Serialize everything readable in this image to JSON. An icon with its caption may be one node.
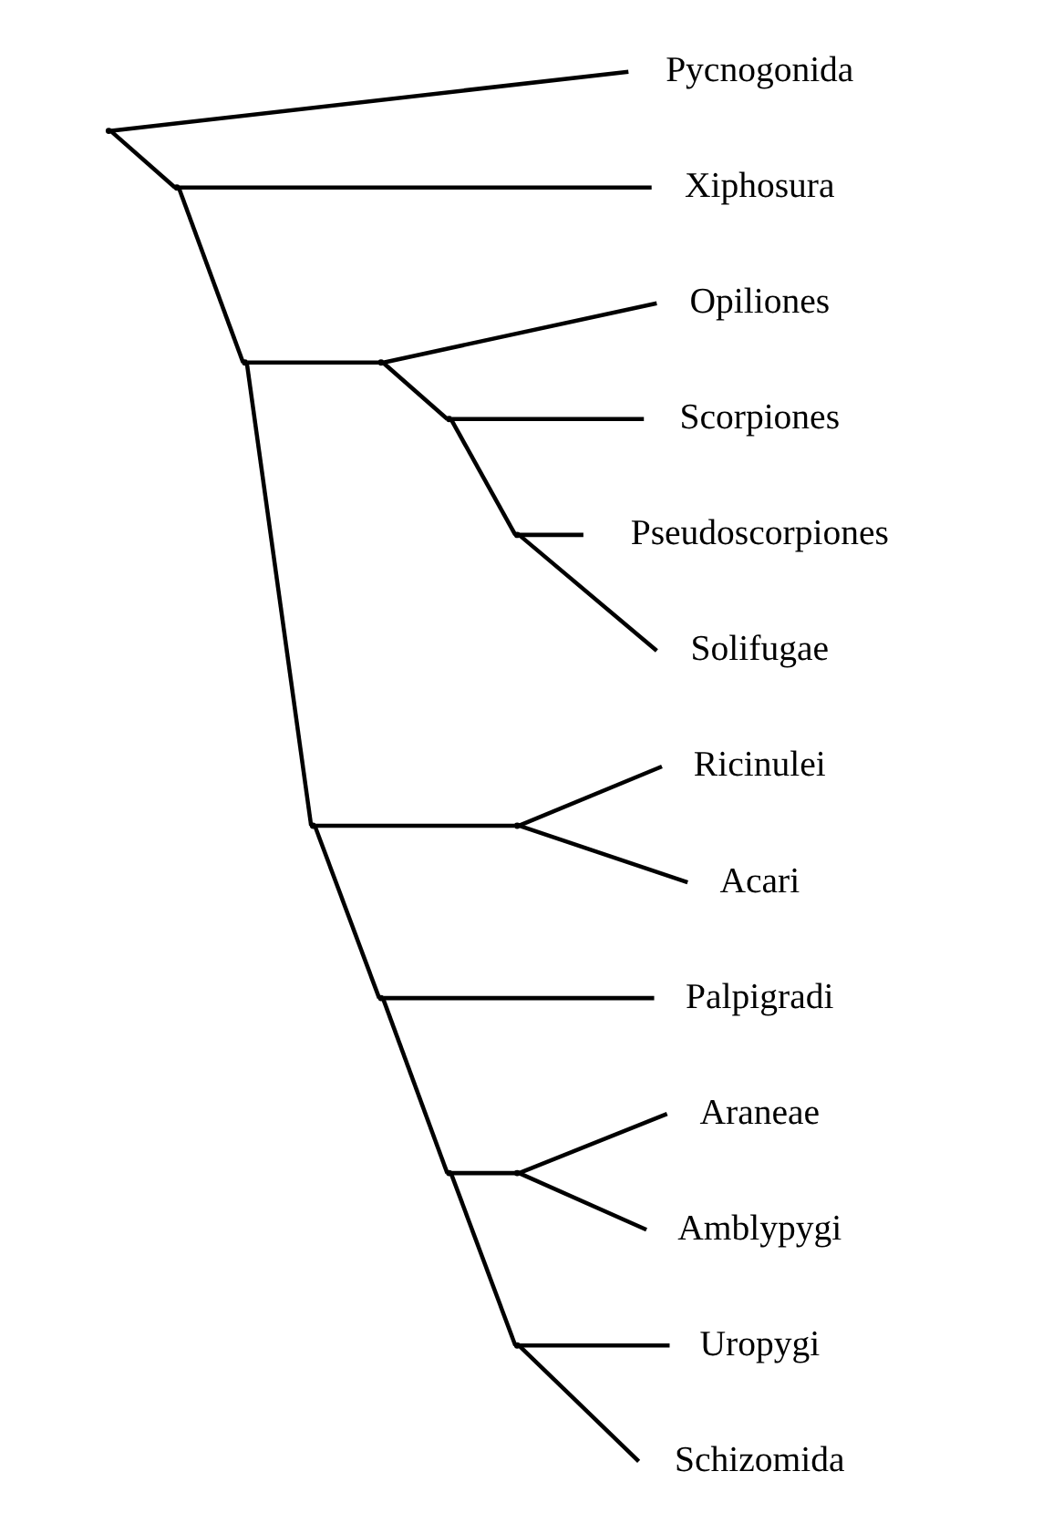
{
  "diagram": {
    "nodes": [
      {
        "text": [
          "Pycnogonida"
        ]
      },
      {
        "text": [
          "Xiphosura"
        ]
      },
      {
        "text": [
          "Opiliones"
        ]
      },
      {
        "text": [
          "Scorpiones"
        ]
      },
      {
        "text": [
          "Pseudoscorpiones"
        ]
      },
      {
        "text": [
          "Solifugae"
        ]
      },
      {
        "text": [
          "Ricinulei"
        ]
      },
      {
        "text": [
          "Acari"
        ]
      },
      {
        "text": [
          "Palpigradi"
        ]
      },
      {
        "text": [
          "Araneae"
        ]
      },
      {
        "text": [
          "Amblypygi"
        ]
      },
      {
        "text": [
          "Uropygi"
        ]
      },
      {
        "text": [
          "Schizomida"
        ]
      },
      {
        "text": [],
        "shape": "point"
      },
      {
        "text": [],
        "shape": "point"
      },
      {
        "text": [],
        "shape": "point"
      },
      {
        "text": [],
        "shape": "point"
      },
      {
        "text": [],
        "shape": "point"
      },
      {
        "text": [],
        "shape": "point"
      },
      {
        "text": [],
        "shape": "point"
      },
      {
        "text": [],
        "shape": "point"
      },
      {
        "text": [],
        "shape": "point"
      },
      {
        "text": [],
        "shape": "point"
      },
      {
        "text": [],
        "shape": "point"
      },
      {
        "text": [],
        "shape": "point"
      }
    ],
    "edges": [
      {
        "from": 13,
        "to": 0,
        "arrow": "none"
      },
      {
        "from": 13,
        "to": 14,
        "arrow": "none"
      },
      {
        "from": 14,
        "to": 1,
        "arrow": "none"
      },
      {
        "from": 14,
        "to": 15,
        "arrow": "none"
      },
      {
        "from": 15,
        "to": 16,
        "arrow": "none"
      },
      {
        "from": 15,
        "to": 19,
        "arrow": "none"
      },
      {
        "from": 16,
        "to": 2,
        "arrow": "none"
      },
      {
        "from": 16,
        "to": 17,
        "arrow": "none"
      },
      {
        "from": 17,
        "to": 3,
        "arrow": "none"
      },
      {
        "from": 17,
        "to": 18,
        "arrow": "none"
      },
      {
        "from": 18,
        "to": 4,
        "arrow": "none"
      },
      {
        "from": 18,
        "to": 5,
        "arrow": "none"
      },
      {
        "from": 19,
        "to": 20,
        "arrow": "none"
      },
      {
        "from": 19,
        "to": 21,
        "arrow": "none"
      },
      {
        "from": 20,
        "to": 6,
        "arrow": "none"
      },
      {
        "from": 20,
        "to": 7,
        "arrow": "none"
      },
      {
        "from": 21,
        "to": 8,
        "arrow": "none"
      },
      {
        "from": 21,
        "to": 22,
        "arrow": "none"
      },
      {
        "from": 22,
        "to": 23,
        "arrow": "none"
      },
      {
        "from": 22,
        "to": 24,
        "arrow": "none"
      },
      {
        "from": 23,
        "to": 9,
        "arrow": "none"
      },
      {
        "from": 23,
        "to": 10,
        "arrow": "none"
      },
      {
        "from": 24,
        "to": 11,
        "arrow": "none"
      },
      {
        "from": 24,
        "to": 12,
        "arrow": "none"
      }
    ]
  }
}
